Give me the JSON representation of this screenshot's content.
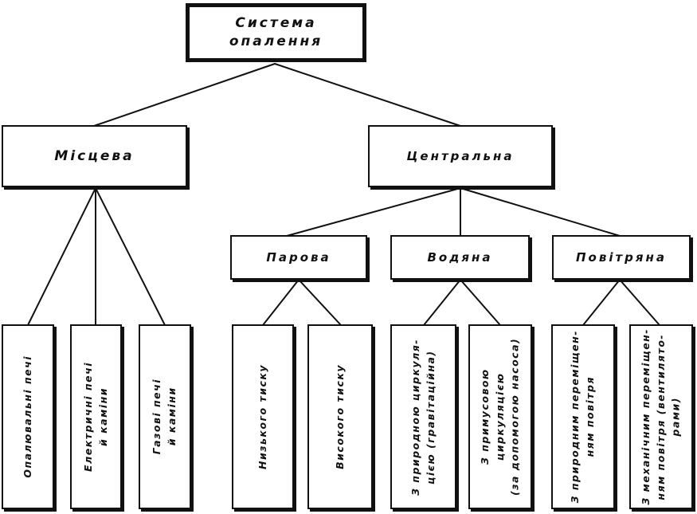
{
  "diagram": {
    "root": "Система\nопалення",
    "local": {
      "label": "Місцева",
      "children": [
        "Опалювальні печі",
        "Електричні печі\nй каміни",
        "Газові печі\nй каміни"
      ]
    },
    "central": {
      "label": "Центральна",
      "steam": {
        "label": "Парова",
        "children": [
          "Низького тиску",
          "Високого тиску"
        ]
      },
      "water": {
        "label": "Водяна",
        "children": [
          "З природною циркуля-\nцією (гравітаційна)",
          "З примусовою циркуляцією\n(за допомогою насоса)"
        ]
      },
      "air": {
        "label": "Повітряна",
        "children": [
          "З природним переміщен-\nням повітря",
          "З механічним переміщен-\nням повітря (вентилято-\nрами)"
        ]
      }
    }
  }
}
